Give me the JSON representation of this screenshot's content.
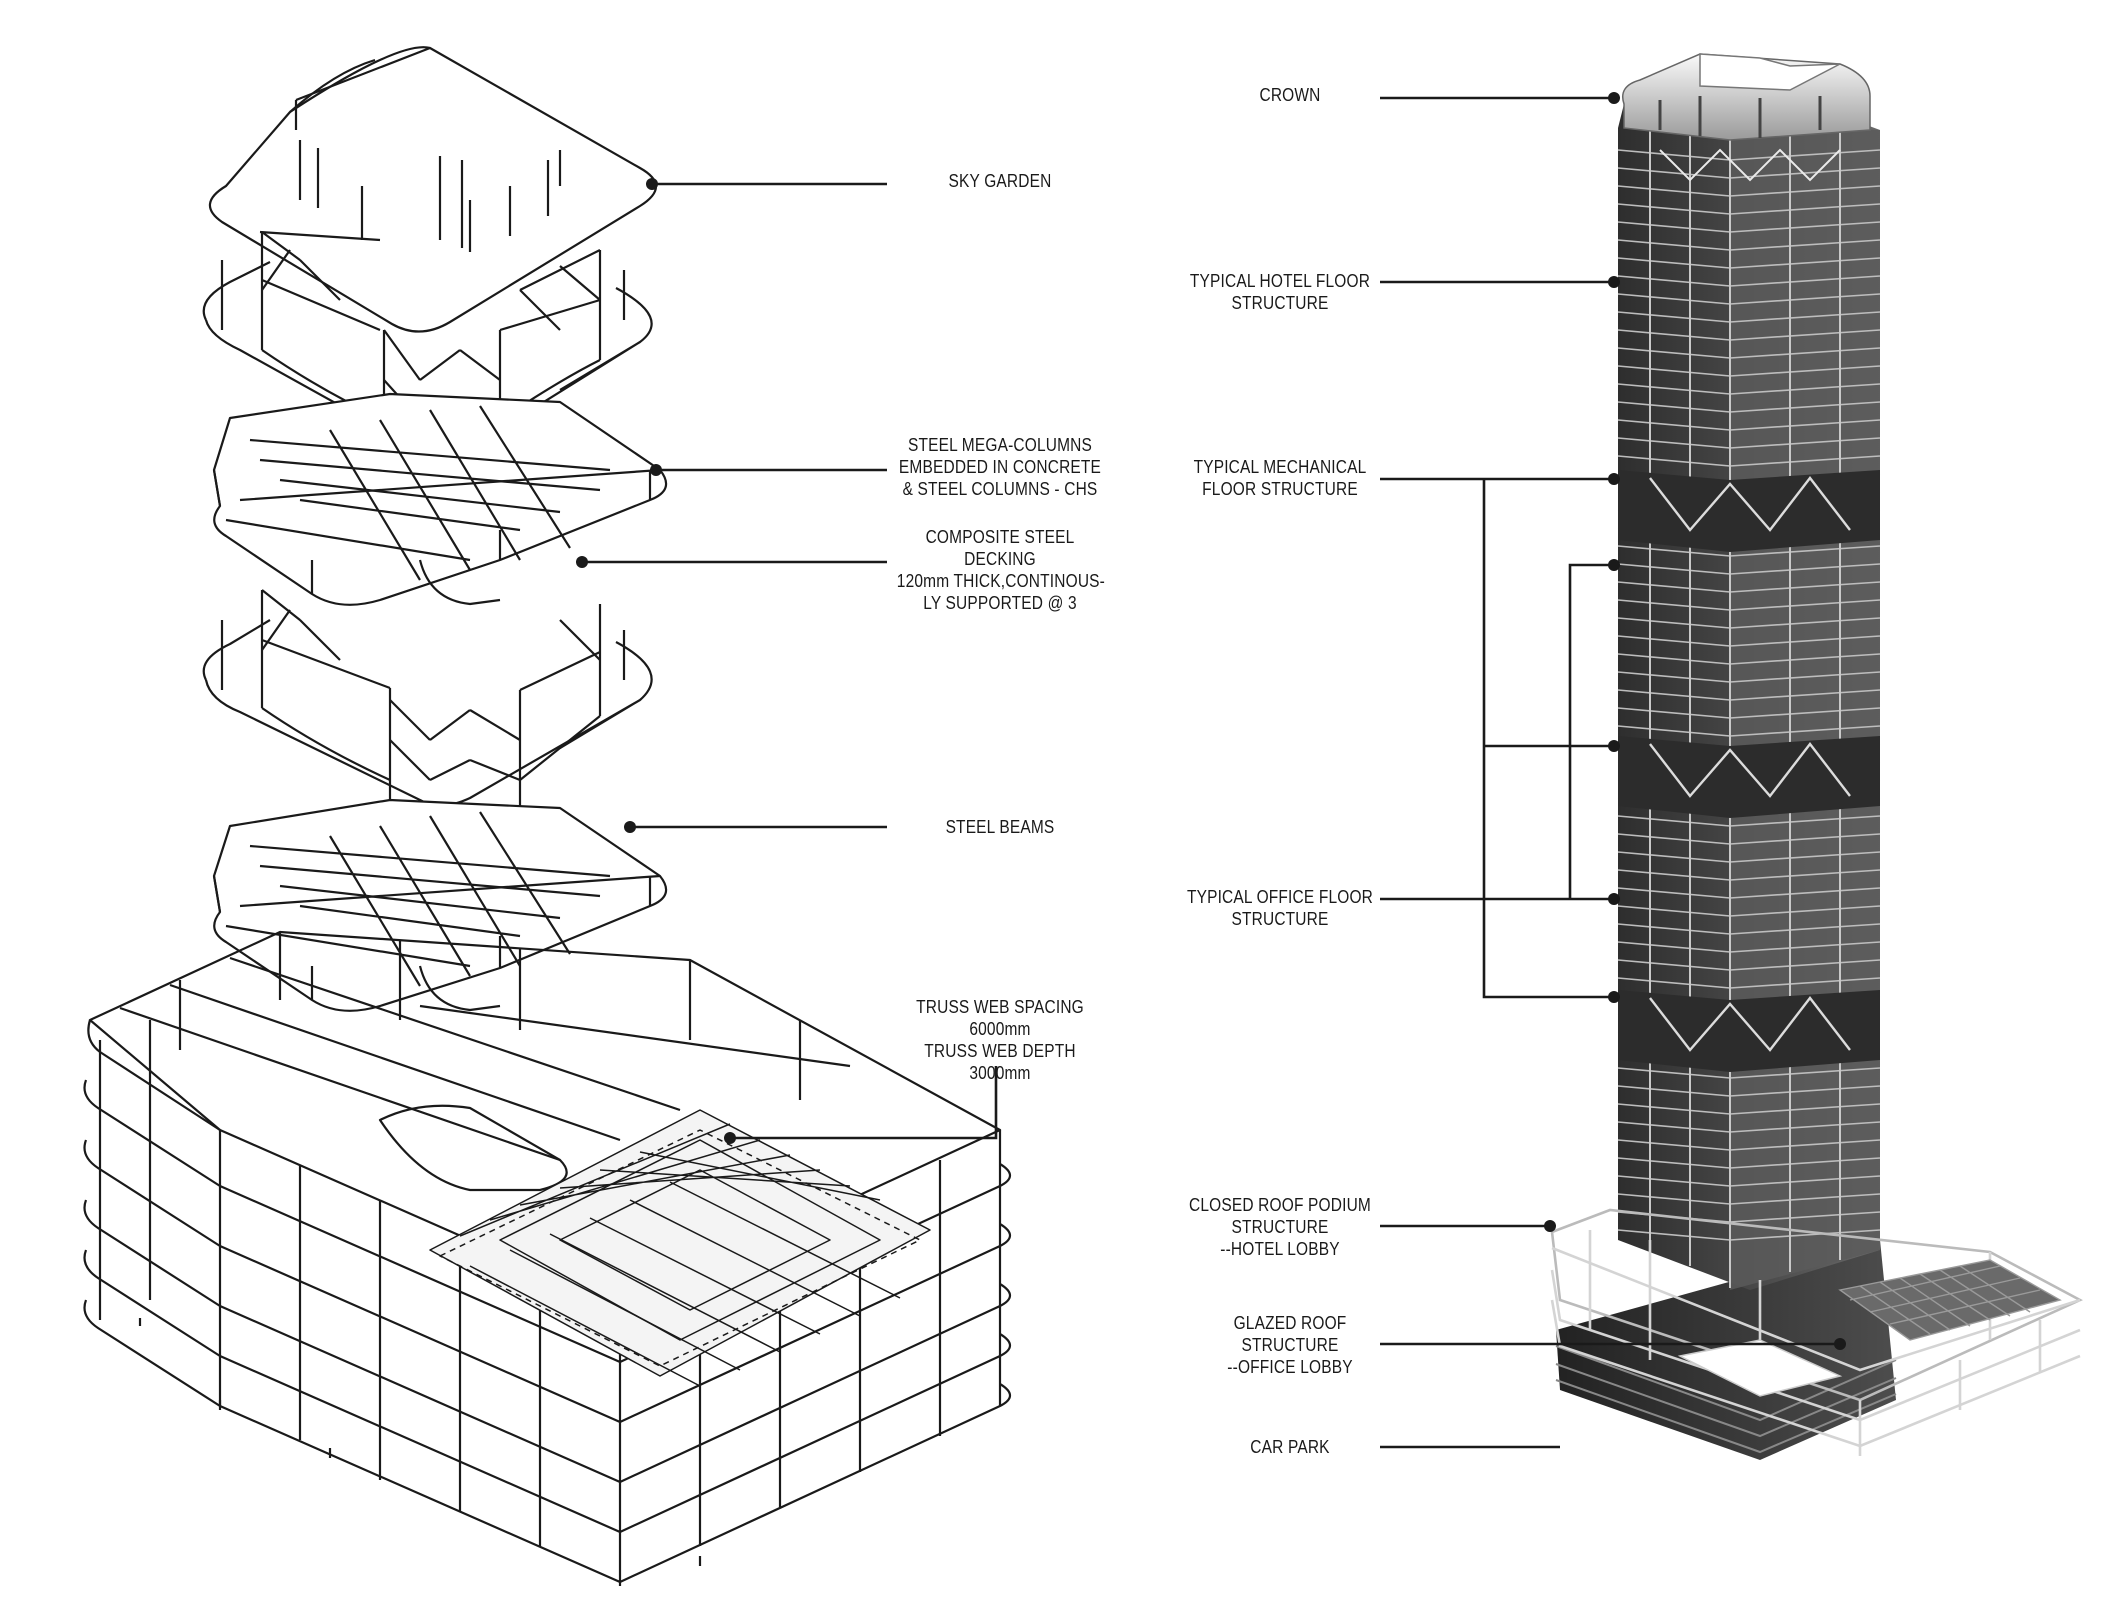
{
  "exploded_labels": {
    "sky_garden": [
      "SKY GARDEN"
    ],
    "mega_columns": [
      "STEEL MEGA-COLUMNS",
      "EMBEDDED IN CONCRETE",
      "& STEEL COLUMNS - CHS"
    ],
    "composite_decking": [
      "COMPOSITE STEEL",
      "DECKING",
      "120mm THICK,CONTINOUS-",
      "LY SUPPORTED @ 3"
    ],
    "steel_beams": [
      "STEEL BEAMS"
    ],
    "truss_web": [
      "TRUSS WEB SPACING",
      "6000mm",
      "TRUSS WEB DEPTH",
      "3000mm"
    ]
  },
  "tower_labels": {
    "crown": [
      "CROWN"
    ],
    "hotel_floor": [
      "TYPICAL HOTEL FLOOR",
      "STRUCTURE"
    ],
    "mechanical_floor": [
      "TYPICAL MECHANICAL",
      "FLOOR STRUCTURE"
    ],
    "office_floor": [
      "TYPICAL OFFICE FLOOR",
      "STRUCTURE"
    ],
    "closed_roof": [
      "CLOSED ROOF PODIUM",
      "STRUCTURE",
      "--HOTEL LOBBY"
    ],
    "glazed_roof": [
      "GLAZED ROOF",
      "STRUCTURE",
      "--OFFICE LOBBY"
    ],
    "car_park": [
      "CAR PARK"
    ]
  },
  "colors": {
    "line": "#1a1a1a",
    "tower_dark": "#3a3a3a",
    "tower_mid": "#5c5c5c",
    "tower_light": "#d8d8d8",
    "background": "#ffffff"
  }
}
